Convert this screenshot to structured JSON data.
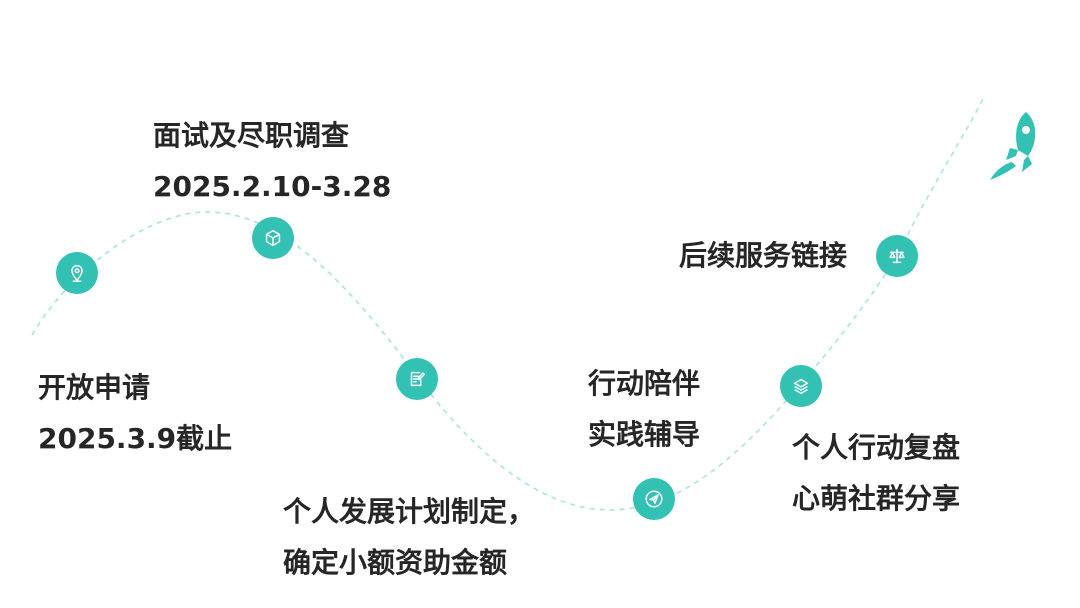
{
  "colors": {
    "accent": "#33c1b3",
    "path": "#a9e3dd",
    "text": "#262626"
  },
  "steps": [
    {
      "icon": "location-pin-icon",
      "lines": [
        "开放申请",
        "2025.3.9截止"
      ]
    },
    {
      "icon": "cube-icon",
      "lines": [
        "面试及尽职调查",
        "2025.2.10-3.28"
      ]
    },
    {
      "icon": "document-edit-icon",
      "lines": [
        "个人发展计划制定，",
        "确定小额资助金额"
      ]
    },
    {
      "icon": "paper-plane-icon",
      "lines": [
        "行动陪伴",
        "实践辅导"
      ]
    },
    {
      "icon": "layers-icon",
      "lines": [
        "个人行动复盘",
        "心萌社群分享"
      ]
    },
    {
      "icon": "balance-scale-icon",
      "lines": [
        "后续服务链接"
      ]
    }
  ],
  "end_icon": "rocket-icon"
}
